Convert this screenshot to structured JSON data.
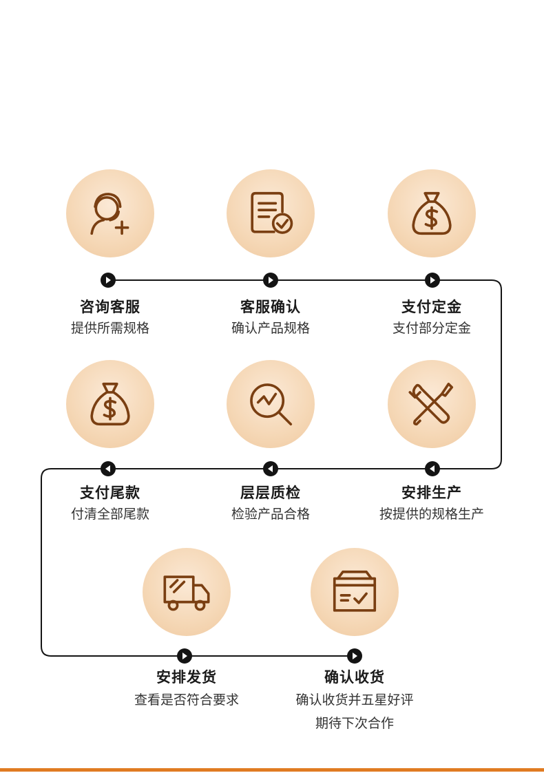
{
  "steps": [
    {
      "title": "咨询客服",
      "desc": [
        "提供所需规格"
      ],
      "icon": "customer-service-icon"
    },
    {
      "title": "客服确认",
      "desc": [
        "确认产品规格"
      ],
      "icon": "document-check-icon"
    },
    {
      "title": "支付定金",
      "desc": [
        "支付部分定金"
      ],
      "icon": "money-bag-icon"
    },
    {
      "title": "支付尾款",
      "desc": [
        "付清全部尾款"
      ],
      "icon": "money-bag-icon"
    },
    {
      "title": "层层质检",
      "desc": [
        "检验产品合格"
      ],
      "icon": "magnifier-chart-icon"
    },
    {
      "title": "安排生产",
      "desc": [
        "按提供的规格生产"
      ],
      "icon": "tools-icon"
    },
    {
      "title": "安排发货",
      "desc": [
        "查看是否符合要求"
      ],
      "icon": "truck-icon"
    },
    {
      "title": "确认收货",
      "desc": [
        "确认收货并五星好评",
        "期待下次合作"
      ],
      "icon": "box-check-icon"
    }
  ],
  "colors": {
    "icon_stroke": "#7a3f12",
    "line": "#141414",
    "circle": "#f5d7b5",
    "bottom_bar": "#e07b22"
  }
}
